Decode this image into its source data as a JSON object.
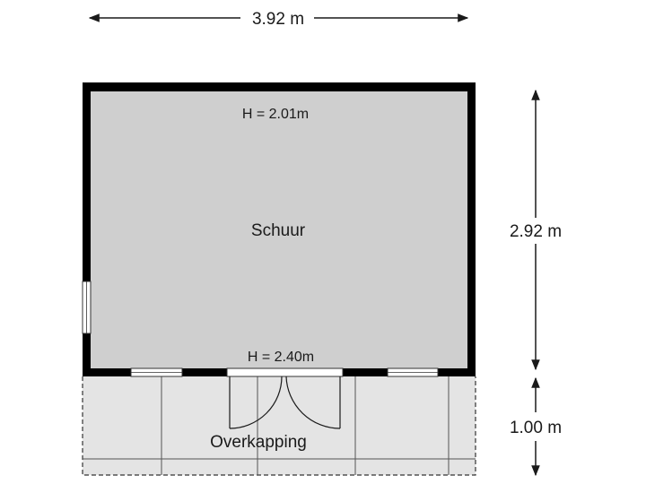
{
  "dimensions": {
    "width_label": "3.92 m",
    "height_label": "2.92 m",
    "canopy_depth_label": "1.00 m"
  },
  "rooms": {
    "shed_name": "Schuur",
    "shed_height_top": "H = 2.01m",
    "shed_height_bottom": "H = 2.40m",
    "canopy_name": "Overkapping"
  },
  "colors": {
    "wall": "#000000",
    "floor": "#cfcfcf",
    "canopy_floor": "#e4e4e4",
    "line": "#1a1a1a"
  }
}
